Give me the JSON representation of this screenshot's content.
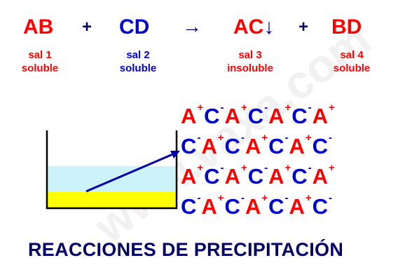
{
  "watermark": "www.vaxa.com",
  "equation": {
    "salts": [
      {
        "formula": "AB",
        "name": "sal 1",
        "solubility": "soluble",
        "color": "#ff0000"
      },
      {
        "formula": "CD",
        "name": "sal 2",
        "solubility": "soluble",
        "color": "#0000cc"
      },
      {
        "formula": "AC",
        "precipitate_mark": "↓",
        "name": "sal 3",
        "solubility": "insoluble",
        "color": "#ff0000"
      },
      {
        "formula": "BD",
        "name": "sal 4",
        "solubility": "soluble",
        "color": "#ff0000"
      }
    ],
    "plus": "+",
    "arrow": "→"
  },
  "lattice": {
    "rows": [
      [
        [
          "A",
          "+"
        ],
        [
          "C",
          "-"
        ],
        [
          "A",
          "+"
        ],
        [
          "C",
          "-"
        ],
        [
          "A",
          "+"
        ],
        [
          "C",
          "-"
        ],
        [
          "A",
          "+"
        ]
      ],
      [
        [
          "C",
          "-"
        ],
        [
          "A",
          "+"
        ],
        [
          "C",
          "-"
        ],
        [
          "A",
          "+"
        ],
        [
          "C",
          "-"
        ],
        [
          "A",
          "+"
        ],
        [
          "C",
          "-"
        ]
      ],
      [
        [
          "A",
          "+"
        ],
        [
          "C",
          "-"
        ],
        [
          "A",
          "+"
        ],
        [
          "C",
          "-"
        ],
        [
          "A",
          "+"
        ],
        [
          "C",
          "-"
        ],
        [
          "A",
          "+"
        ]
      ],
      [
        [
          "C",
          "-"
        ],
        [
          "A",
          "+"
        ],
        [
          "C",
          "-"
        ],
        [
          "A",
          "+"
        ],
        [
          "C",
          "-"
        ],
        [
          "A",
          "+"
        ],
        [
          "C",
          "-"
        ]
      ]
    ],
    "colors": {
      "A": "#ff0000",
      "C": "#0000cc"
    }
  },
  "beaker": {
    "liquid_color": "#ccf2fa",
    "precipitate_color": "#ffff00",
    "pointer_color": "#0000aa"
  },
  "title": "REACCIONES DE PRECIPITACIÓN"
}
